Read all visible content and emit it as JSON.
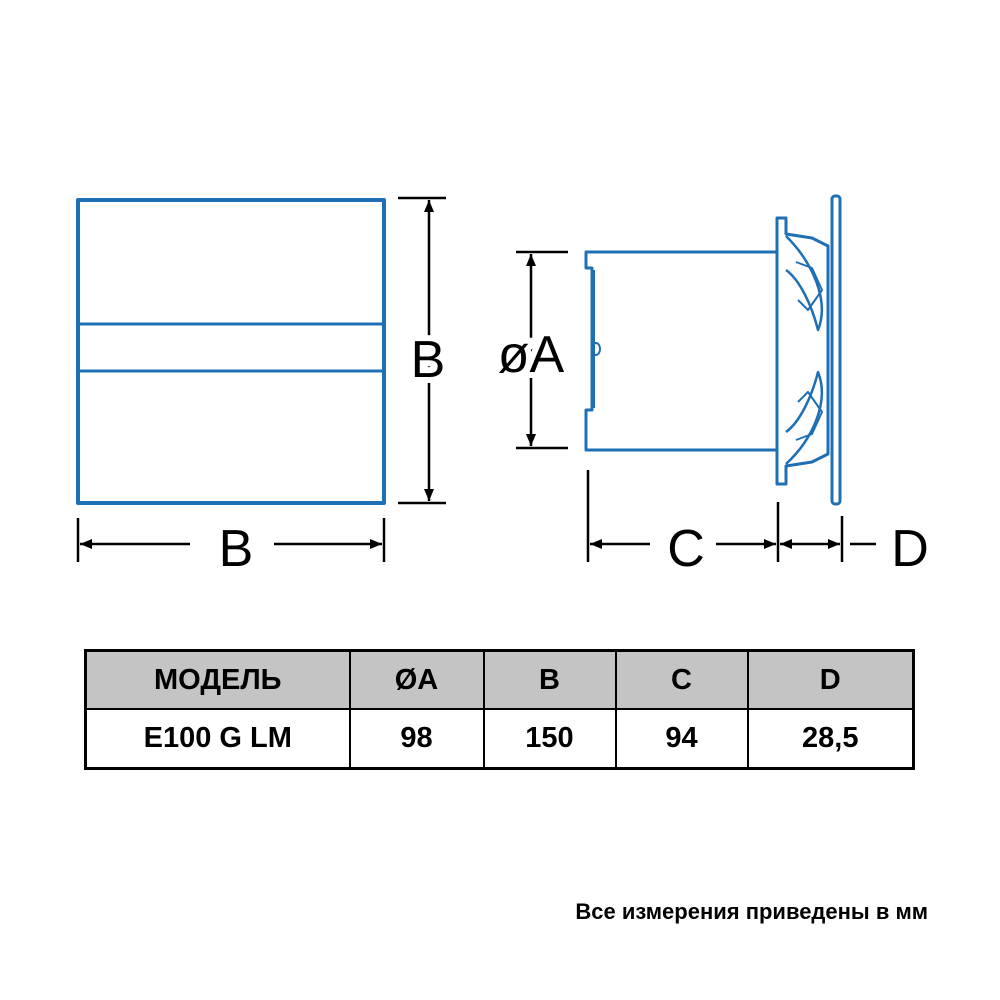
{
  "colors": {
    "outline": "#1f6fb5",
    "dimension": "#000000",
    "header_bg": "#c4c4c4",
    "table_border": "#000000"
  },
  "labels": {
    "front_height": "B",
    "front_width": "B",
    "diameter": "øA",
    "depth_c": "C",
    "depth_d": "D"
  },
  "table": {
    "headers": [
      "МОДЕЛЬ",
      "ØA",
      "B",
      "C",
      "D"
    ],
    "rows": [
      [
        "E100 G LM",
        "98",
        "150",
        "94",
        "28,5"
      ]
    ]
  },
  "footnote": "Все измерения приведены в мм"
}
